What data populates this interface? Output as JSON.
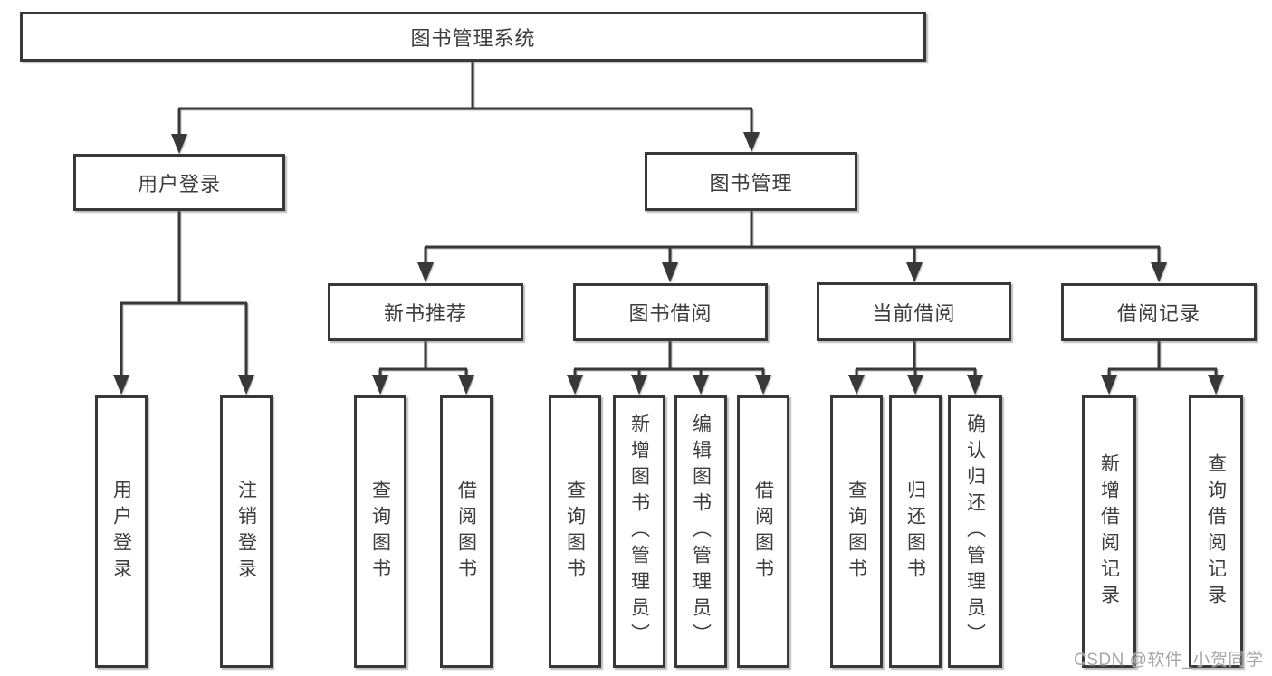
{
  "tree": {
    "root": {
      "label": "图书管理系统"
    },
    "level2": [
      {
        "label": "用户登录",
        "children": [
          {
            "label": "用户登录"
          },
          {
            "label": "注销登录"
          }
        ]
      },
      {
        "label": "图书管理",
        "children": [
          {
            "label": "新书推荐",
            "children": [
              {
                "label": "查询图书"
              },
              {
                "label": "借阅图书"
              }
            ]
          },
          {
            "label": "图书借阅",
            "children": [
              {
                "label": "查询图书"
              },
              {
                "label": "新增图书（管理员）"
              },
              {
                "label": "编辑图书（管理员）"
              },
              {
                "label": "借阅图书"
              }
            ]
          },
          {
            "label": "当前借阅",
            "children": [
              {
                "label": "查询图书"
              },
              {
                "label": "归还图书"
              },
              {
                "label": "确认归还（管理员）"
              }
            ]
          },
          {
            "label": "借阅记录",
            "children": [
              {
                "label": "新增借阅记录"
              },
              {
                "label": "查询借阅记录"
              }
            ]
          }
        ]
      }
    ]
  },
  "watermark": "CSDN @软件_小贺同学",
  "colors": {
    "line": "#383838",
    "text": "#3d3d3d",
    "watermark": "#a6a6a6",
    "background": "#ffffff"
  }
}
